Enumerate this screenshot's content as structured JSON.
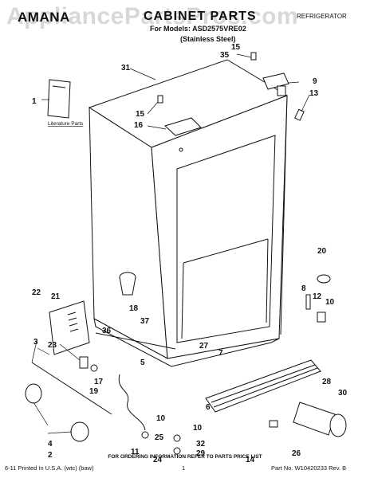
{
  "header": {
    "brand": "AMANA",
    "title": "CABINET PARTS",
    "model": "For Models: ASD2575VRE02",
    "finish": "(Stainless Steel)",
    "category": "REFRIGERATOR"
  },
  "watermark": "AppliancePartsPros.com",
  "literature_label": "Literature Parts",
  "callouts": [
    "1",
    "2",
    "3",
    "4",
    "5",
    "6",
    "7",
    "8",
    "9",
    "10",
    "10",
    "10",
    "11",
    "12",
    "13",
    "14",
    "15",
    "15",
    "16",
    "17",
    "18",
    "19",
    "20",
    "21",
    "22",
    "23",
    "24",
    "25",
    "26",
    "27",
    "28",
    "29",
    "30",
    "31",
    "32",
    "35",
    "36",
    "37"
  ],
  "footer": {
    "order_note": "FOR ORDERING INFORMATION REFER TO PARTS PRICE LIST",
    "left": "6-11 Printed In U.S.A. (wtc) (baw)",
    "page": "1",
    "part_no": "Part No. W10420233 Rev. B"
  }
}
